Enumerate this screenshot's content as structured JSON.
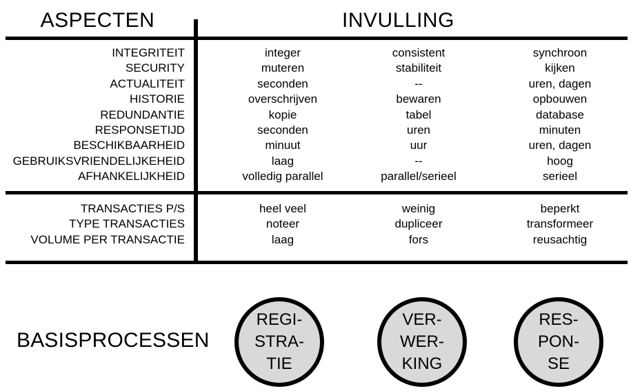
{
  "headers": {
    "aspecten": "ASPECTEN",
    "invulling": "INVULLING"
  },
  "block1": {
    "rows": [
      {
        "aspect": "INTEGRITEIT",
        "registratie": "integer",
        "verwerking": "consistent",
        "response": "synchroon"
      },
      {
        "aspect": "SECURITY",
        "registratie": "muteren",
        "verwerking": "stabiliteit",
        "response": "kijken"
      },
      {
        "aspect": "ACTUALITEIT",
        "registratie": "seconden",
        "verwerking": "--",
        "response": "uren, dagen"
      },
      {
        "aspect": "HISTORIE",
        "registratie": "overschrijven",
        "verwerking": "bewaren",
        "response": "opbouwen"
      },
      {
        "aspect": "REDUNDANTIE",
        "registratie": "kopie",
        "verwerking": "tabel",
        "response": "database"
      },
      {
        "aspect": "RESPONSETIJD",
        "registratie": "seconden",
        "verwerking": "uren",
        "response": "minuten"
      },
      {
        "aspect": "BESCHIKBAARHEID",
        "registratie": "minuut",
        "verwerking": "uur",
        "response": "uren, dagen"
      },
      {
        "aspect": "GEBRUIKSVRIENDELIJKEHEID",
        "registratie": "laag",
        "verwerking": "--",
        "response": "hoog"
      },
      {
        "aspect": "AFHANKELIJKHEID",
        "registratie": "volledig parallel",
        "verwerking": "parallel/serieel",
        "response": "serieel"
      }
    ]
  },
  "block2": {
    "rows": [
      {
        "aspect": "TRANSACTIES P/S",
        "registratie": "heel veel",
        "verwerking": "weinig",
        "response": "beperkt"
      },
      {
        "aspect": "TYPE TRANSACTIES",
        "registratie": "noteer",
        "verwerking": "dupliceer",
        "response": "transformeer"
      },
      {
        "aspect": "VOLUME PER TRANSACTIE",
        "registratie": "laag",
        "verwerking": "fors",
        "response": "reusachtig"
      }
    ]
  },
  "basisprocessen": {
    "label": "BASISPROCESSEN",
    "circles": [
      {
        "name": "registratie",
        "lines": [
          "REGI-",
          "STRA-",
          "TIE"
        ]
      },
      {
        "name": "verwerking",
        "lines": [
          "VER-",
          "WER-",
          "KING"
        ]
      },
      {
        "name": "response",
        "lines": [
          "RES-",
          "PON-",
          "SE"
        ]
      }
    ]
  },
  "colors": {
    "circle_fill": "#d9d9d9",
    "line": "#000000",
    "background": "#ffffff"
  }
}
